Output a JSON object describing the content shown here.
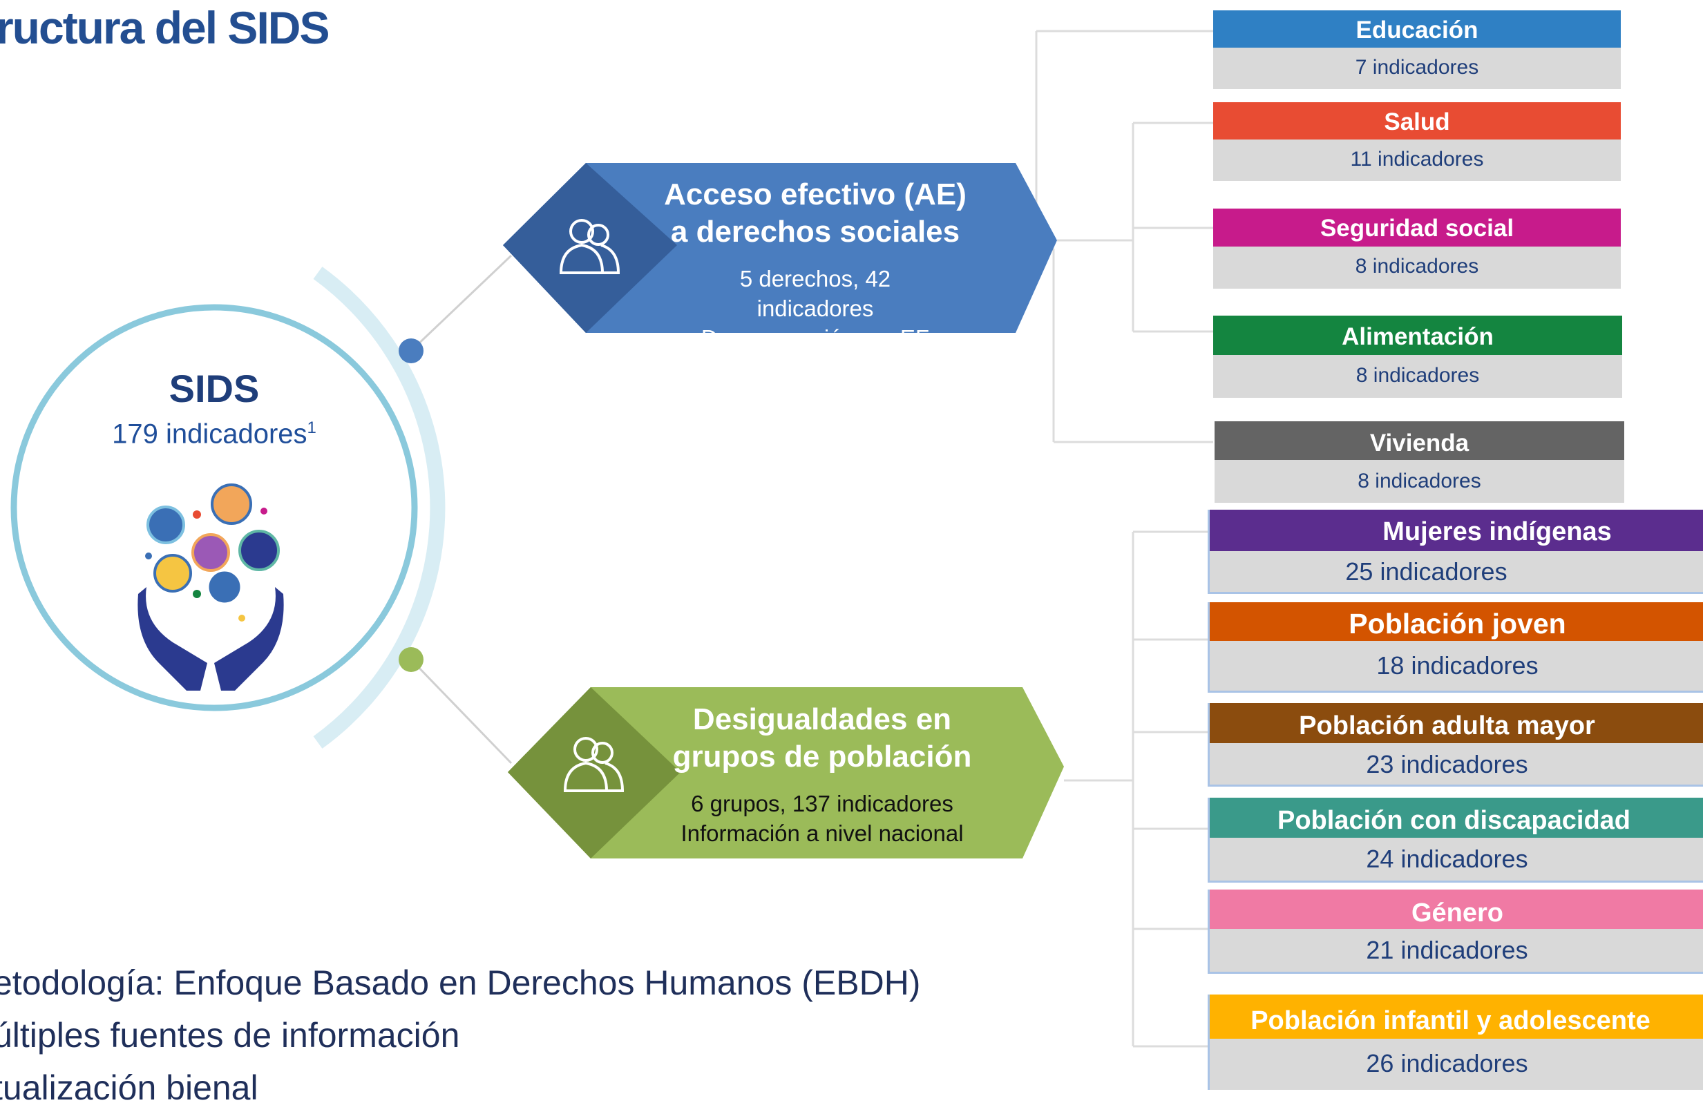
{
  "title": "ructura del SIDS",
  "center": {
    "title": "SIDS",
    "subtitle": "179 indicadores",
    "footnote_mark": "1"
  },
  "branches": [
    {
      "title_line1": "Acceso efectivo (AE)",
      "title_line2": "a derechos sociales",
      "sub_line1": "5 derechos,  42",
      "sub_line2": "indicadores",
      "sub_line3": "Desagregación por EF",
      "color": "#4a7dbf",
      "dark_color": "#355e9a"
    },
    {
      "title_line1": "Desigualdades en",
      "title_line2": "grupos de población",
      "sub_line1": "6 grupos, 137 indicadores",
      "sub_line2": "Información a nivel nacional",
      "color": "#9bbb59",
      "dark_color": "#76923c"
    }
  ],
  "rights": [
    {
      "label": "Educación",
      "count": "7 indicadores",
      "color": "#2f80c4"
    },
    {
      "label": "Salud",
      "count": "11 indicadores",
      "color": "#e84c33"
    },
    {
      "label": "Seguridad social",
      "count": "8 indicadores",
      "color": "#c71b8b"
    },
    {
      "label": "Alimentación",
      "count": "8 indicadores",
      "color": "#148540"
    },
    {
      "label": "Vivienda",
      "count": "8 indicadores",
      "color": "#646464"
    }
  ],
  "groups": [
    {
      "label": "Mujeres indígenas",
      "count": "25 indicadores",
      "color": "#5b2d8e"
    },
    {
      "label": "Población joven",
      "count": "18 indicadores",
      "color": "#d35400"
    },
    {
      "label": "Población adulta mayor",
      "count": "23 indicadores",
      "color": "#8b4c0e"
    },
    {
      "label": "Población con discapacidad",
      "count": "24 indicadores",
      "color": "#3a9a8a"
    },
    {
      "label": "Género",
      "count": "21 indicadores",
      "color": "#f07aa4"
    },
    {
      "label": "Población infantil y adolescente",
      "count": "26 indicadores",
      "color": "#ffb200"
    }
  ],
  "bullets": [
    "etodología: Enfoque Basado en Derechos Humanos (EBDH)",
    "últiples fuentes de información",
    "tualización bienal"
  ],
  "icon_names": [
    "people-icon",
    "hands-icon",
    "arrow-icon"
  ]
}
